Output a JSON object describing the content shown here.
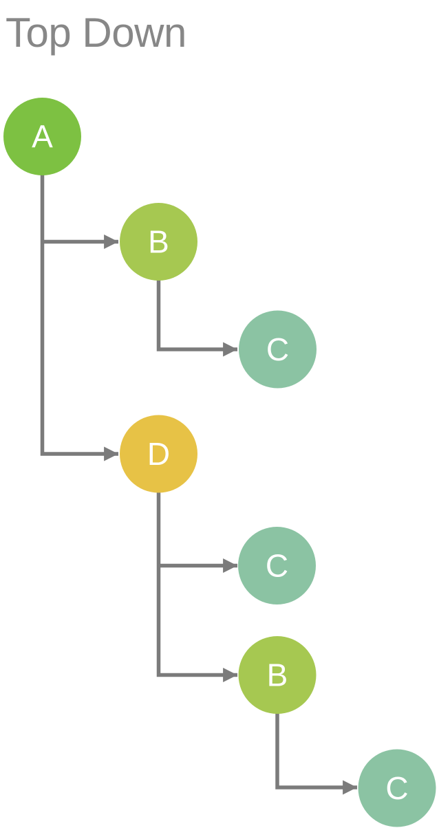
{
  "title": "Top Down",
  "diagram": {
    "type": "tree",
    "direction": "top-down",
    "nodes": [
      {
        "id": "A",
        "label": "A",
        "color": "#7dc142"
      },
      {
        "id": "B1",
        "label": "B",
        "color": "#a6c851"
      },
      {
        "id": "C1",
        "label": "C",
        "color": "#8bc3a3"
      },
      {
        "id": "D",
        "label": "D",
        "color": "#e7c246"
      },
      {
        "id": "C2",
        "label": "C",
        "color": "#8bc3a3"
      },
      {
        "id": "B2",
        "label": "B",
        "color": "#a6c851"
      },
      {
        "id": "C3",
        "label": "C",
        "color": "#8bc3a3"
      }
    ],
    "edges": [
      {
        "from": "A",
        "to": "B1"
      },
      {
        "from": "A",
        "to": "D"
      },
      {
        "from": "B1",
        "to": "C1"
      },
      {
        "from": "D",
        "to": "C2"
      },
      {
        "from": "D",
        "to": "B2"
      },
      {
        "from": "B2",
        "to": "C3"
      }
    ],
    "colors": {
      "edge": "#7b7b7b",
      "node_label": "#ffffff",
      "title": "#878787",
      "background": "#ffffff"
    }
  }
}
